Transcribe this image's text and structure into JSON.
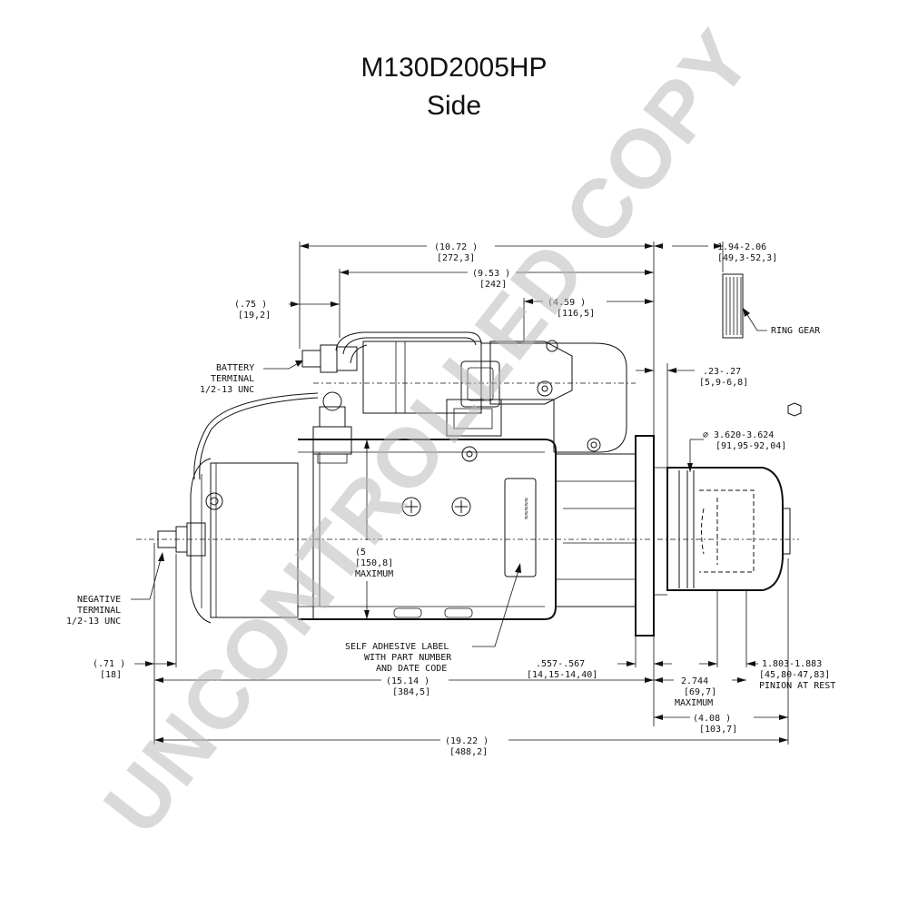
{
  "title": "M130D2005HP",
  "subtitle": "Side",
  "watermark": "UNCONTROLLED COPY",
  "dimensions": {
    "overall_top_in": "(10.72  )",
    "overall_top_mm": "[272,3]",
    "mid_top_in": "(9.53  )",
    "mid_top_mm": "[242]",
    "right_top_in": "(4.59  )",
    "right_top_mm": "[116,5]",
    "terminal_offset_in": "(.75  )",
    "terminal_offset_mm": "[19,2]",
    "ring_gear_width_in": "1.94-2.06",
    "ring_gear_width_mm": "[49,3-52,3]",
    "ring_gear_label": "RING GEAR",
    "gap_in": ".23-.27",
    "gap_mm": "[5,9-6,8]",
    "pilot_dia_in": "∅ 3.620-3.624",
    "pilot_dia_mm": "[91,95-92,04]",
    "max_dia_in": "(5",
    "max_dia_mm": "[150,8]",
    "max_dia_note": "MAXIMUM",
    "negative_offset_in": "(.71  )",
    "negative_offset_mm": "[18]",
    "flange_thk_in": ".557-.567",
    "flange_thk_mm": "[14,15-14,40]",
    "pinion_in": "1.803-1.883",
    "pinion_mm": "[45,80-47,83]",
    "pinion_note": "PINION AT REST",
    "length_in": "(15.14  )",
    "length_mm": "[384,5]",
    "nose_in": "2.744",
    "nose_mm": "[69,7]",
    "nose_note": "MAXIMUM",
    "nose2_in": "(4.08  )",
    "nose2_mm": "[103,7]",
    "total_in": "(19.22  )",
    "total_mm": "[488,2]"
  },
  "callouts": {
    "battery_line1": "BATTERY",
    "battery_line2": "TERMINAL",
    "battery_line3": "1/2-13 UNC",
    "negative_line1": "NEGATIVE",
    "negative_line2": "TERMINAL",
    "negative_line3": "1/2-13 UNC",
    "label_line1": "SELF ADHESIVE LABEL",
    "label_line2": "WITH PART NUMBER",
    "label_line3": "AND DATE CODE"
  }
}
